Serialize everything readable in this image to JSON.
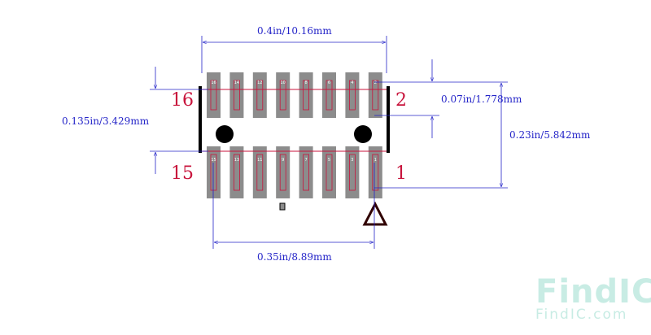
{
  "diagram": {
    "dimensions": {
      "overall_width": "0.4in/10.16mm",
      "pad_length": "0.135in/3.429mm",
      "pitch": "0.07in/1.778mm",
      "row_span": "0.23in/5.842mm",
      "row_length": "0.35in/8.89mm"
    },
    "pin_labels": {
      "top_left": "16",
      "top_right": "2",
      "bottom_left": "15",
      "bottom_right": "1"
    },
    "top_pads": [
      "16",
      "14",
      "12",
      "10",
      "8",
      "6",
      "4",
      "2"
    ],
    "bottom_pads": [
      "15",
      "13",
      "11",
      "9",
      "7",
      "5",
      "3",
      "1"
    ],
    "colors": {
      "dimension": "#2424c8",
      "pin_label": "#c8143c",
      "pad": "#8c8c8c",
      "outline": "#c8143c",
      "body_edge": "#000000"
    }
  },
  "watermark": {
    "logo_text": "FindIC",
    "url": "FindIC.com"
  }
}
